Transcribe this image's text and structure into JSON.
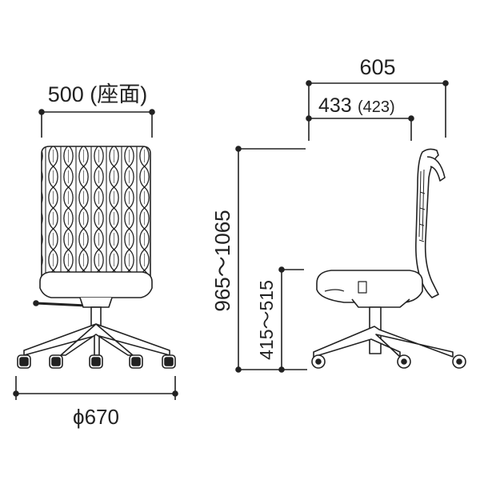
{
  "dimensions": {
    "seat_width_label": "500 (座面)",
    "base_diameter_label": "ϕ670",
    "overall_depth_label": "605",
    "seat_depth_label": "433",
    "seat_depth_alt_label": "(423)",
    "overall_height_label": "965～1065",
    "seat_height_label": "415～515"
  },
  "colors": {
    "line": "#222222",
    "seat_fill": "#ffffff",
    "mesh_fill": "#ffffff"
  }
}
